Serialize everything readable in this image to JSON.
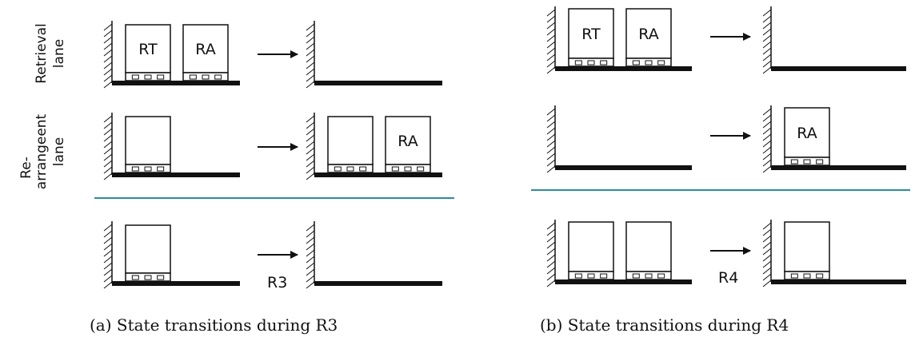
{
  "side_labels": {
    "retrieval": [
      "Retrieval",
      "lane"
    ],
    "rearrangement": [
      "Re-",
      "arrangeent",
      "lane"
    ]
  },
  "panel_a": {
    "caption": "(a) State transitions during R3",
    "step_label": "R3",
    "retrieval_before": [
      "RT",
      "RA"
    ],
    "retrieval_after": [],
    "rearrangement_before": [
      ""
    ],
    "rearrangement_after": [
      "",
      "RA"
    ],
    "bottom_before": [
      ""
    ],
    "bottom_after": []
  },
  "panel_b": {
    "caption": "(b) State transitions during R4",
    "step_label": "R4",
    "retrieval_before": [
      "RT",
      "RA"
    ],
    "retrieval_after": [],
    "rearrangement_before": [],
    "rearrangement_after": [
      "RA"
    ],
    "bottom_before": [
      "",
      ""
    ],
    "bottom_after": [
      ""
    ]
  },
  "colors": {
    "divider": "#2e8b9a",
    "ink": "#111111"
  }
}
